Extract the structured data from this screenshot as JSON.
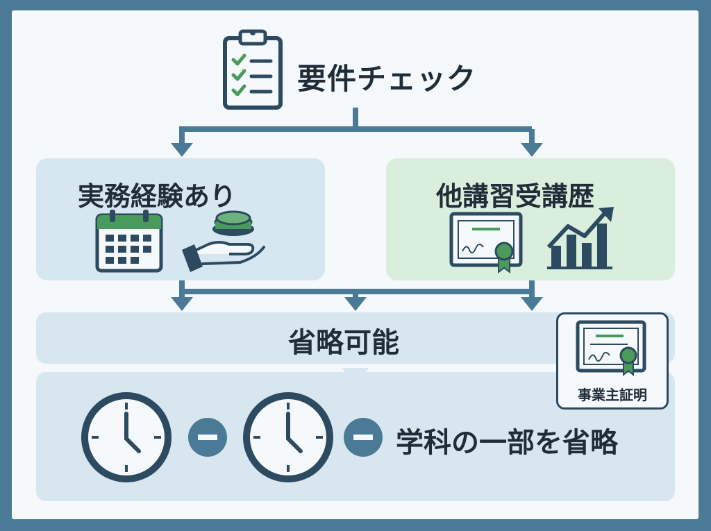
{
  "header": {
    "title": "要件チェック",
    "icon": "clipboard-checklist-icon"
  },
  "branches": {
    "left": {
      "label": "実務経験あり",
      "icons": [
        "calendar-icon",
        "hand-holding-coin-icon"
      ]
    },
    "right": {
      "label": "他講習受講歴",
      "icons": [
        "certificate-icon",
        "growth-chart-icon"
      ]
    }
  },
  "merge": {
    "label": "省略可能"
  },
  "side_card": {
    "label": "事業主証明",
    "icon": "certificate-icon"
  },
  "result": {
    "label": "学科の一部を省略",
    "icons": [
      "clock-icon",
      "minus-icon",
      "clock-icon",
      "minus-icon"
    ]
  },
  "colors": {
    "frame": "#4a7a95",
    "ink": "#2c4a60",
    "left_panel": "#d7e7f1",
    "right_panel": "#daeedd",
    "accent_green": "#4a9a5c",
    "arrow": "#4a7a95"
  }
}
